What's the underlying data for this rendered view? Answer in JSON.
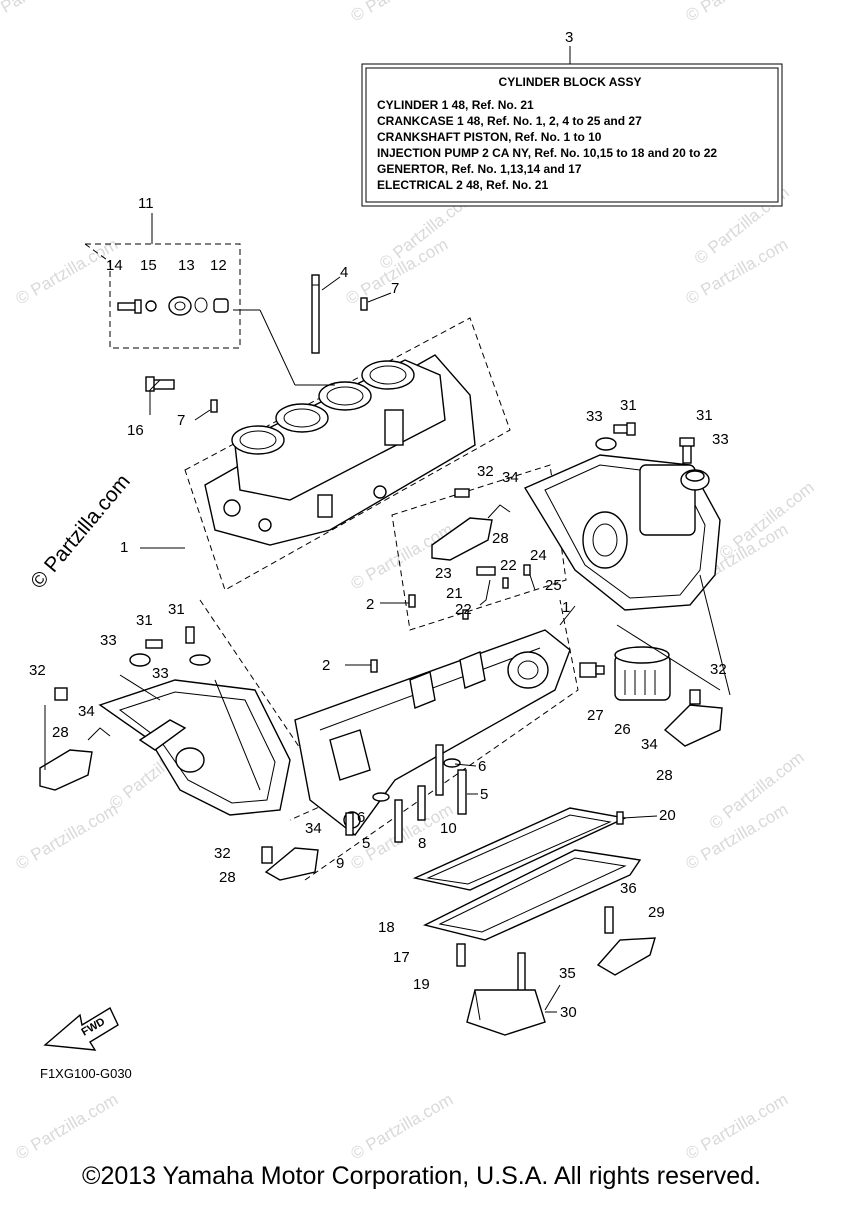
{
  "assembly_box": {
    "ref": "3",
    "title": "CYLINDER BLOCK ASSY",
    "lines": [
      "CYLINDER 1 48,  Ref. No. 21",
      "CRANKCASE 1 48,  Ref. No. 1, 2, 4 to 25 and 27",
      "CRANKSHAFT PISTON,  Ref. No. 1 to 10",
      "INJECTION PUMP 2 CA NY,  Ref. No. 10,15 to 18  and 20 to 22",
      "GENERTOR,  Ref. No. 1,13,14 and 17",
      "ELECTRICAL 2 48,  Ref. No. 21"
    ]
  },
  "callouts": [
    "11",
    "14",
    "15",
    "13",
    "12",
    "16",
    "4",
    "7",
    "7",
    "1",
    "33",
    "31",
    "31",
    "33",
    "32",
    "34",
    "28",
    "23",
    "22",
    "24",
    "21",
    "25",
    "2",
    "22",
    "1",
    "2",
    "31",
    "31",
    "33",
    "33",
    "32",
    "34",
    "28",
    "27",
    "26",
    "32",
    "34",
    "28",
    "6",
    "6",
    "5",
    "5",
    "10",
    "8",
    "9",
    "34",
    "32",
    "28",
    "20",
    "18",
    "17",
    "36",
    "29",
    "19",
    "35",
    "30"
  ],
  "watermark": "© Partzilla.com",
  "side_watermark": "© Partzilla.com",
  "fwd_label": "FWD",
  "diagram_code": "F1XG100-G030",
  "copyright": "©2013 Yamaha Motor Corporation, U.S.A. All rights reserved.",
  "colors": {
    "watermark": "#d9d9d9",
    "line": "#000000",
    "background": "#ffffff"
  }
}
